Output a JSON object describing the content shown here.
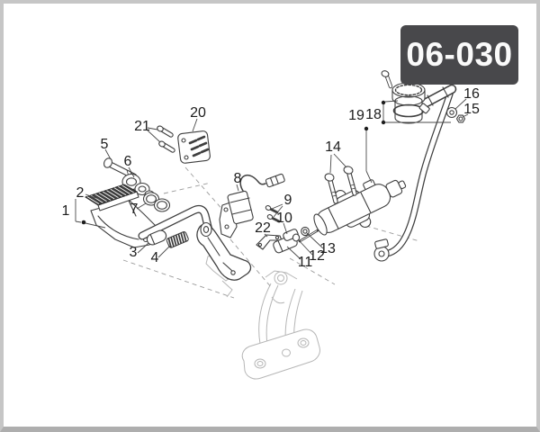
{
  "page": {
    "background": "#ffffff",
    "border_color": "#c6c6c6"
  },
  "badge": {
    "text": "06-030",
    "bg_color": "#48484b",
    "text_color": "#fafafa"
  },
  "diagram": {
    "line_color": "#3f3f3f",
    "ghost_color": "#b6b6b6",
    "leader_color": "#4a4a4a",
    "callouts": [
      "1",
      "2",
      "3",
      "4",
      "5",
      "6",
      "7",
      "8",
      "9",
      "10",
      "11",
      "12",
      "13",
      "14",
      "15",
      "16",
      "18",
      "19",
      "20",
      "21",
      "22"
    ]
  }
}
